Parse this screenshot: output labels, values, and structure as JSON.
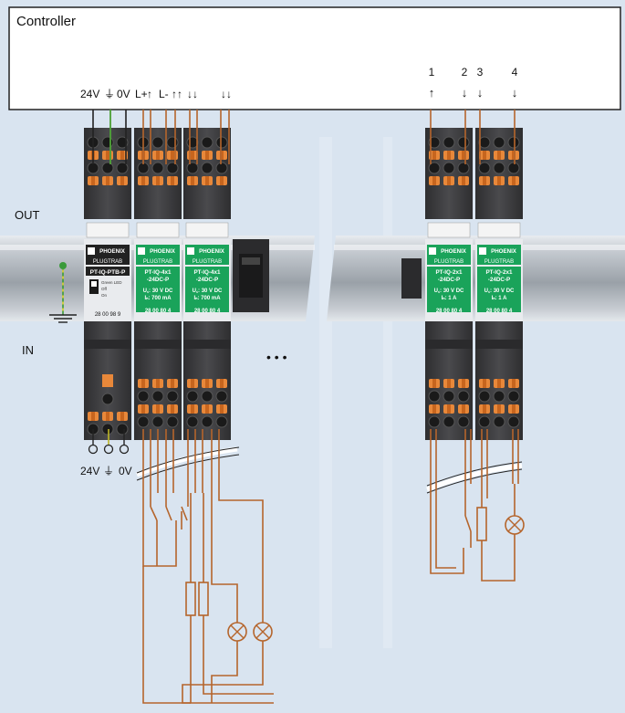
{
  "controller": {
    "title": "Controller",
    "terminals_left": [
      "24V",
      "⏚",
      "0V",
      "L+",
      "↑",
      "L-",
      "↑↑",
      "↓↓",
      "↓↓"
    ],
    "channel_numbers": [
      "1",
      "2",
      "3",
      "4"
    ],
    "channel_arrows": [
      "↑",
      "↓",
      "↓",
      "↓"
    ]
  },
  "labels": {
    "out": "OUT",
    "in": "IN",
    "ellipsis": "• • •",
    "supply_bottom": [
      "24V",
      "⏚",
      "0V"
    ]
  },
  "modules": [
    {
      "brand": "PHOENIX CONTACT",
      "series": "PLUGTRAB",
      "type": "PT-IQ-PTB-P",
      "led_lines": [
        "Green LED",
        "Off",
        "On"
      ],
      "part_number": "28 00 98 9",
      "style": "dark"
    },
    {
      "brand": "PHOENIX CONTACT",
      "series": "PLUGTRAB",
      "type": "PT-IQ-4x1",
      "type2": "-24DC-P",
      "spec1": "U꜀: 30 V DC",
      "spec2": "Iₙ: 700 mA",
      "part_number": "28 00 80 4",
      "style": "green"
    },
    {
      "brand": "PHOENIX CONTACT",
      "series": "PLUGTRAB",
      "type": "PT-IQ-4x1",
      "type2": "-24DC-P",
      "spec1": "U꜀: 30 V DC",
      "spec2": "Iₙ: 700 mA",
      "part_number": "28 00 80 4",
      "style": "green"
    },
    {
      "brand": "PHOENIX CONTACT",
      "series": "PLUGTRAB",
      "type": "PT-IQ-2x1",
      "type2": "-24DC-P",
      "spec1": "U꜀: 30 V DC",
      "spec2": "Iₙ: 1 A",
      "part_number": "28 00 80 4",
      "style": "green"
    },
    {
      "brand": "PHOENIX CONTACT",
      "series": "PLUGTRAB",
      "type": "PT-IQ-2x1",
      "type2": "-24DC-P",
      "spec1": "U꜀: 30 V DC",
      "spec2": "Iₙ: 1 A",
      "part_number": "28 00 80 4",
      "style": "green"
    }
  ],
  "colors": {
    "background": "#d9e4f0",
    "wire": "#b5652c",
    "module_body": "#3a3a3c",
    "brand_green": "#1aa35a",
    "connector_orange": "#e8883a",
    "rail": "#b8bec5",
    "ground": "#6b9e2a",
    "earth_wire": "#d6cf2a"
  }
}
